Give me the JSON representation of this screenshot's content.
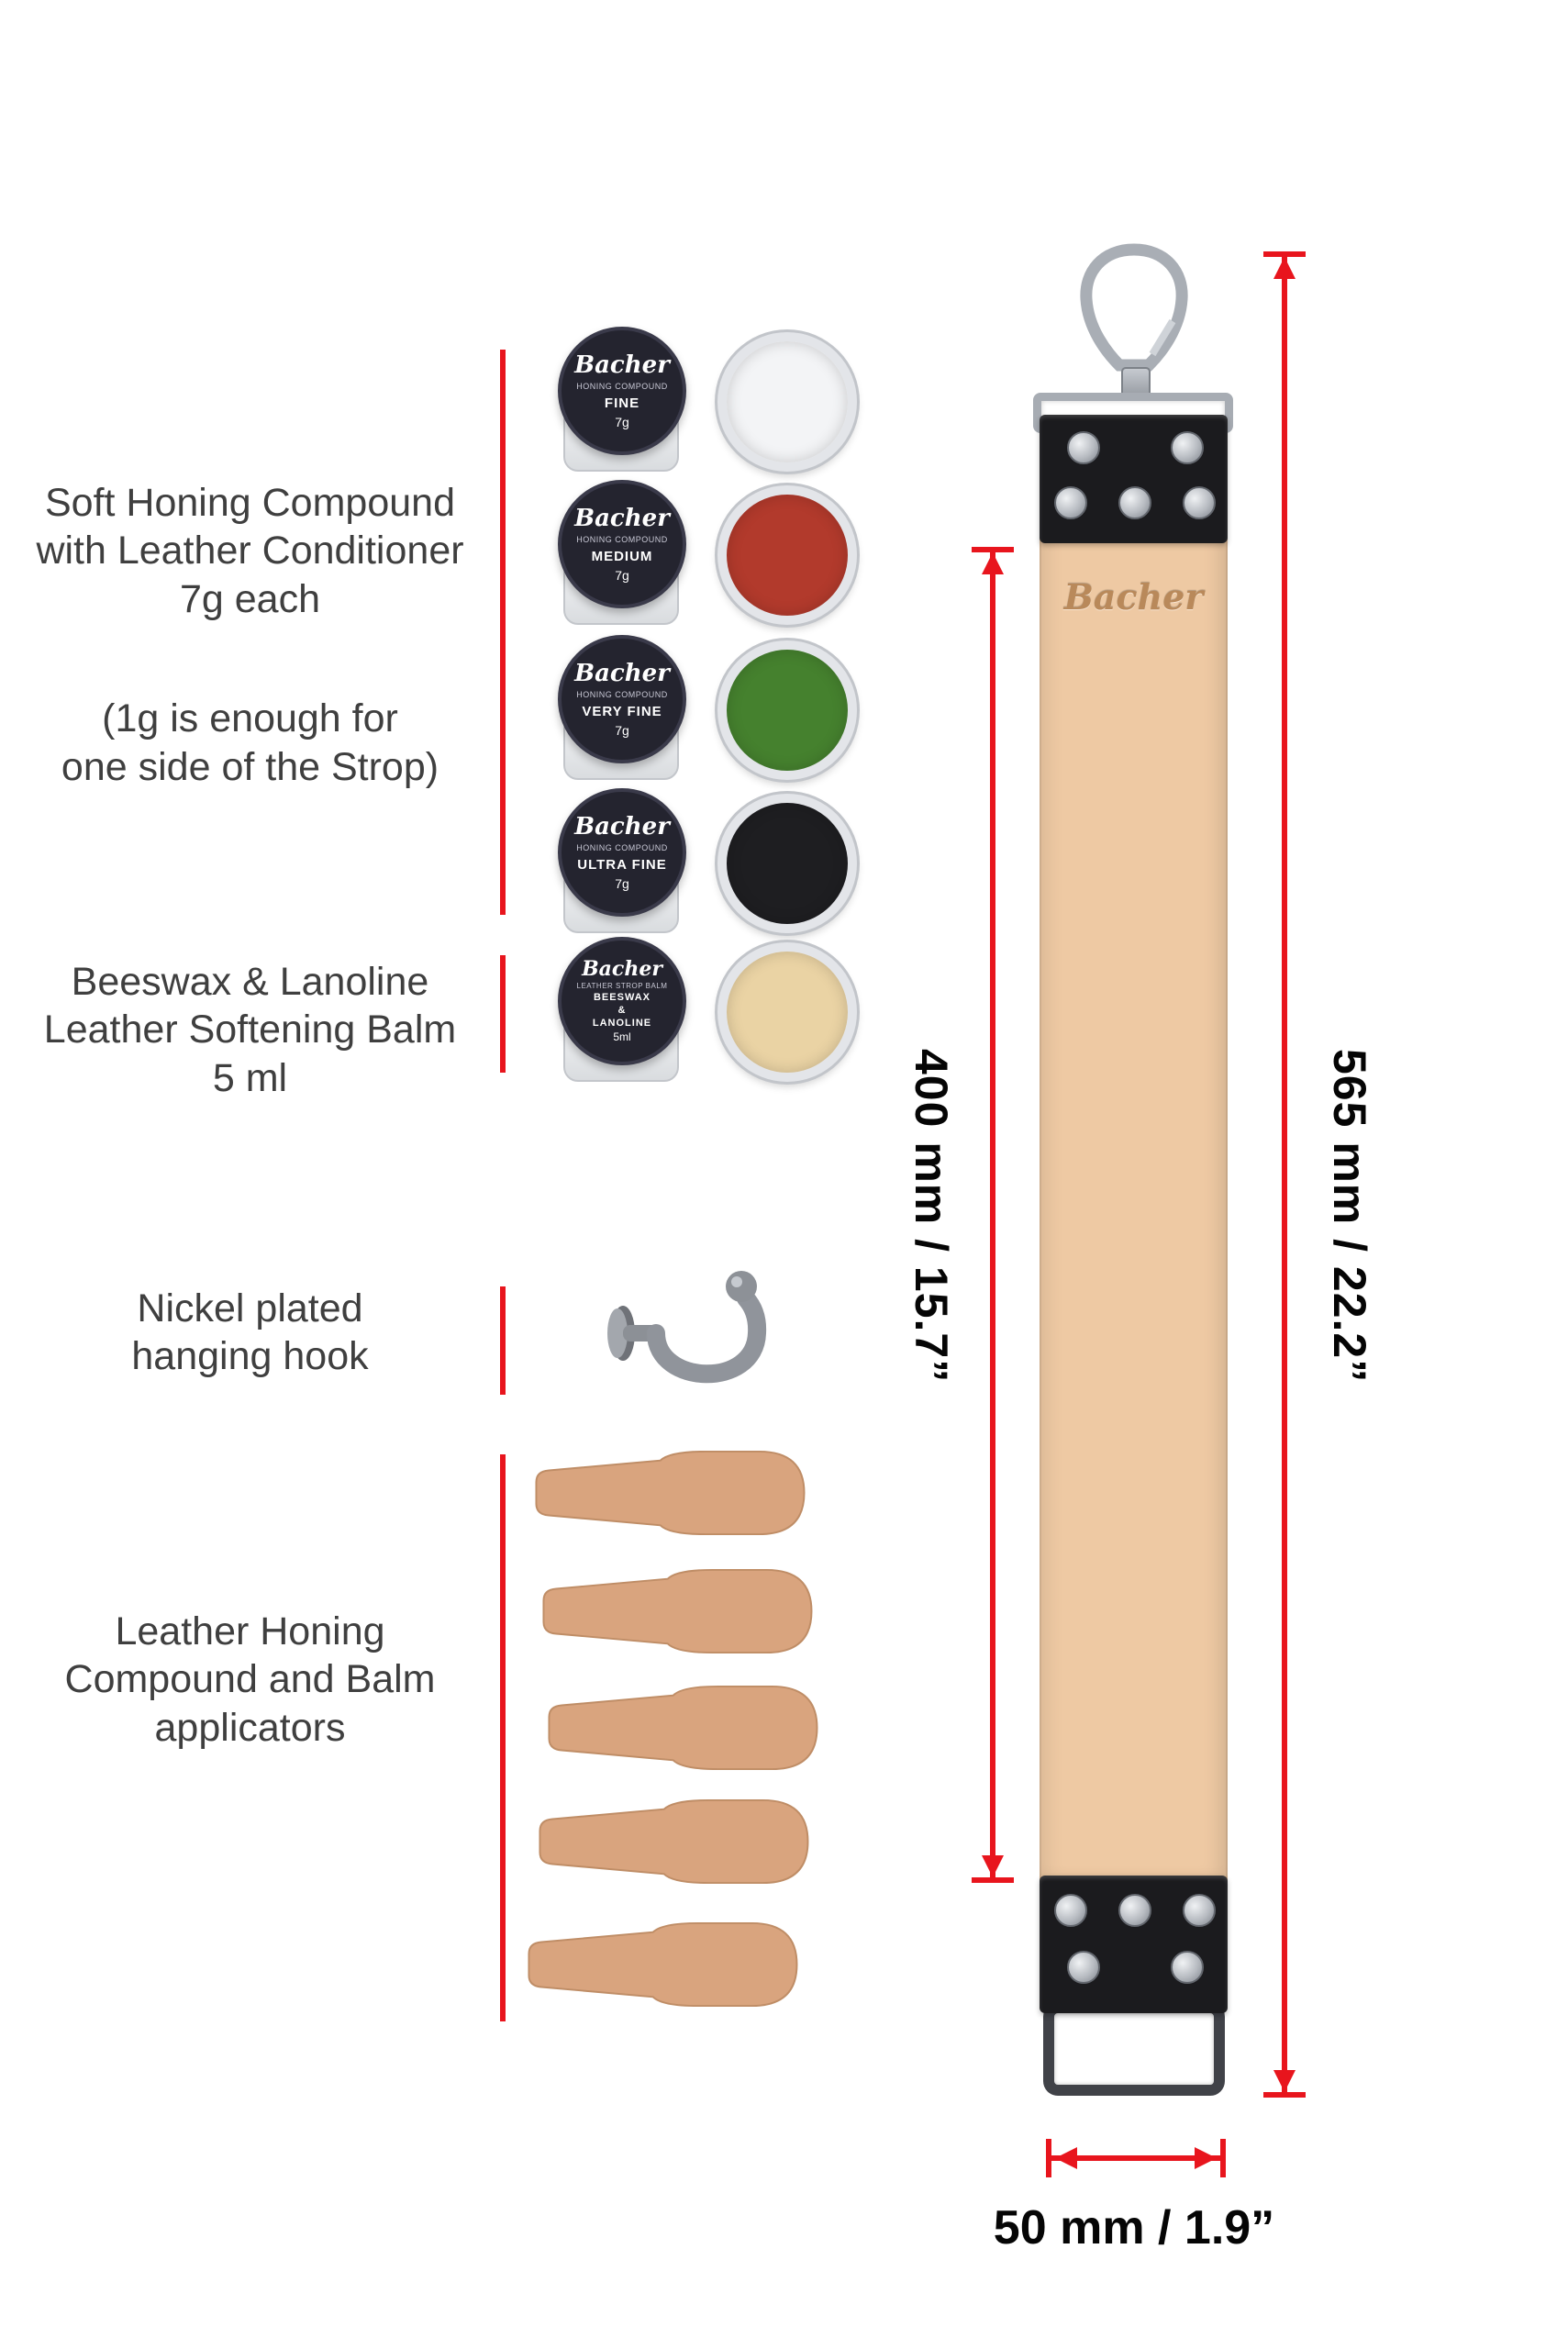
{
  "annotations": {
    "compound": {
      "line1": "Soft Honing Compound",
      "line2": "with Leather Conditioner",
      "line3": "7g each",
      "note1": "(1g is enough for",
      "note2": "one side of the Strop)"
    },
    "balm": {
      "line1": "Beeswax & Lanoline",
      "line2": "Leather Softening Balm",
      "line3": "5 ml"
    },
    "hook": {
      "line1": "Nickel plated",
      "line2": "hanging  hook"
    },
    "applicators": {
      "line1": "Leather Honing",
      "line2": "Compound and Balm",
      "line3": "applicators"
    }
  },
  "jars": [
    {
      "brand": "Bacher",
      "subtitle": "HONING COMPOUND",
      "grade": "FINE",
      "weight": "7g",
      "compound_color": "#f3f4f6"
    },
    {
      "brand": "Bacher",
      "subtitle": "HONING COMPOUND",
      "grade": "MEDIUM",
      "weight": "7g",
      "compound_color": "#b23a2c"
    },
    {
      "brand": "Bacher",
      "subtitle": "HONING COMPOUND",
      "grade": "VERY FINE",
      "weight": "7g",
      "compound_color": "#45812e"
    },
    {
      "brand": "Bacher",
      "subtitle": "HONING COMPOUND",
      "grade": "ULTRA FINE",
      "weight": "7g",
      "compound_color": "#1e1e21"
    }
  ],
  "balm_jar": {
    "brand": "Bacher",
    "subtitle": "LEATHER STROP BALM",
    "line1": "BEESWAX",
    "line2": "&",
    "line3": "LANOLINE",
    "size": "5ml",
    "compound_color": "#ead3a4"
  },
  "strop": {
    "brand": "Bacher"
  },
  "dimensions": {
    "strap_length": "400 mm / 15.7”",
    "total_length": "565 mm / 22.2”",
    "width": "50 mm / 1.9”"
  },
  "colors": {
    "accent": "#e8151d",
    "strap_leather": "#eec9a3",
    "hardware_black": "#1b1b1e"
  }
}
